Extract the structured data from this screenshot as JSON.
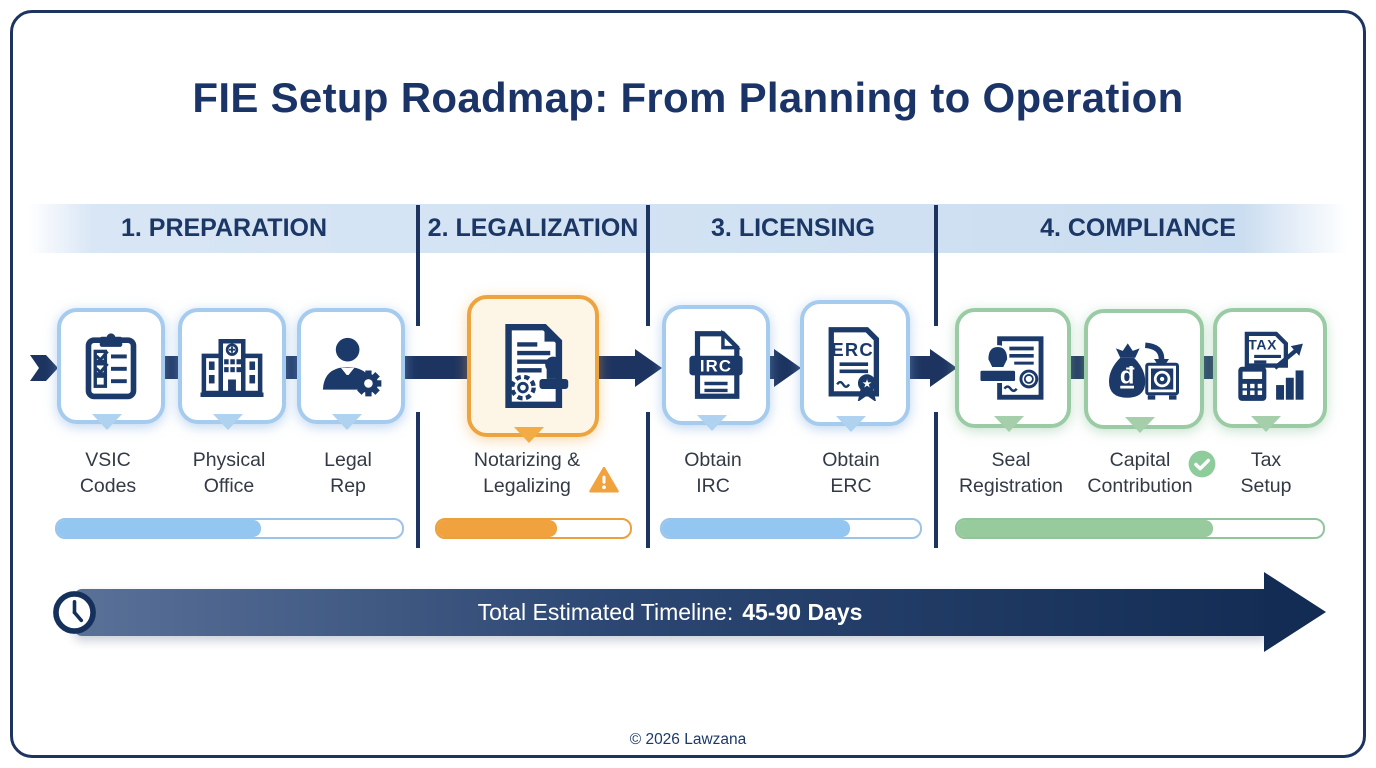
{
  "title": "FIE Setup Roadmap: From Planning to Operation",
  "footer": "© 2026 Lawzana",
  "timeline": {
    "icon": "clock-icon",
    "prefix": "Total Estimated Timeline:",
    "value": "45-90 Days"
  },
  "colors": {
    "navy": "#1d3461",
    "band_blue": "#cfe0f2",
    "blue_border": "#a5cbee",
    "blue_fill": "#93c6f0",
    "orange_border": "#eda43f",
    "orange_fill": "#f0a23e",
    "orange_box_bg": "#fdf5e6",
    "green_border": "#9bcba5",
    "green_fill": "#97cb9e",
    "warning_orange": "#f0a23c",
    "check_green": "#8ecd9b"
  },
  "phases": [
    {
      "label": "1. PREPARATION",
      "progress_percent": 59,
      "steps": [
        {
          "label": "VSIC Codes",
          "icon": "clipboard-checklist-icon"
        },
        {
          "label": "Physical Office",
          "icon": "building-icon"
        },
        {
          "label": "Legal Rep",
          "icon": "person-gear-icon"
        }
      ]
    },
    {
      "label": "2. LEGALIZATION",
      "progress_percent": 62,
      "steps": [
        {
          "label": "Notarizing & Legalizing",
          "icon": "document-stamp-icon",
          "badge": "warning-icon"
        }
      ]
    },
    {
      "label": "3. LICENSING",
      "progress_percent": 73,
      "steps": [
        {
          "label": "Obtain IRC",
          "icon": "irc-file-icon",
          "icon_text": "IRC"
        },
        {
          "label": "Obtain ERC",
          "icon": "erc-certificate-icon",
          "icon_text": "ERC"
        }
      ]
    },
    {
      "label": "4. COMPLIANCE",
      "progress_percent": 70,
      "steps": [
        {
          "label": "Seal Registration",
          "icon": "seal-stamp-document-icon"
        },
        {
          "label": "Capital Contribution",
          "icon": "money-bag-safe-icon",
          "icon_text": "đ",
          "badge": "check-icon"
        },
        {
          "label": "Tax Setup",
          "icon": "tax-calculator-chart-icon",
          "icon_text": "TAX"
        }
      ]
    }
  ]
}
